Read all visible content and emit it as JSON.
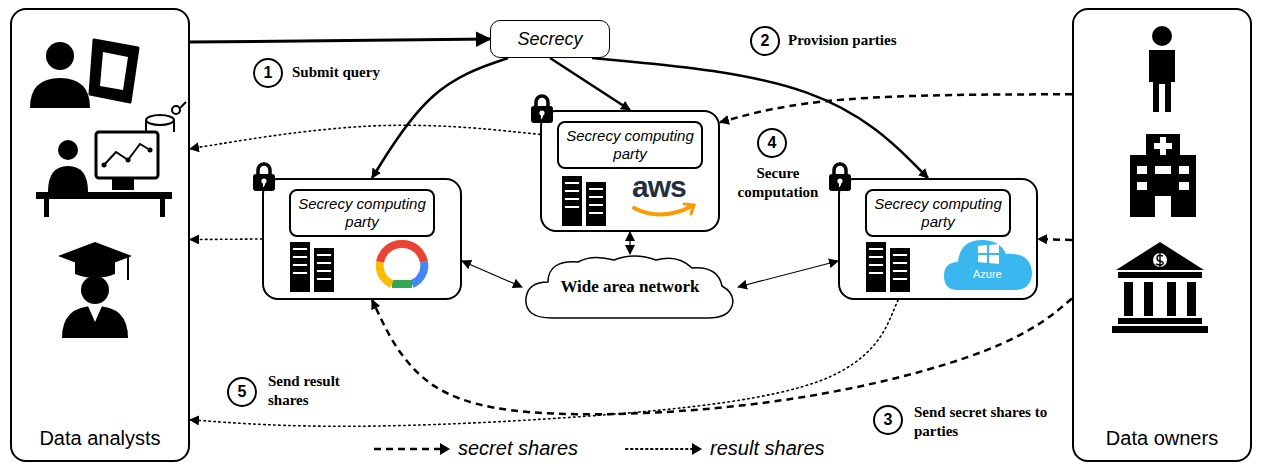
{
  "diagram": {
    "nodes": [
      {
        "text": [
          "Data analysts"
        ]
      },
      {
        "text": [
          "Secrecy"
        ]
      },
      {
        "text": [
          "Secrecy computing party"
        ]
      },
      {
        "text": [
          "Secrecy computing party"
        ]
      },
      {
        "text": [
          "Secrecy computing party"
        ]
      },
      {
        "text": [
          "Data owners"
        ]
      },
      {
        "text": [
          "Wide area network"
        ]
      }
    ],
    "edges": [
      {
        "from": 0,
        "to": 1,
        "arrow": "to"
      },
      {
        "from": 1,
        "to": 3,
        "arrow": "to"
      },
      {
        "from": 1,
        "to": 2,
        "arrow": "to"
      },
      {
        "from": 1,
        "to": 4,
        "arrow": "to"
      },
      {
        "from": 5,
        "to": 2,
        "arrow": "to"
      },
      {
        "from": 5,
        "to": 4,
        "arrow": "to"
      },
      {
        "from": 5,
        "to": 3,
        "arrow": "to"
      },
      {
        "from": 3,
        "to": 0,
        "arrow": "to"
      },
      {
        "from": 2,
        "to": 0,
        "arrow": "to"
      },
      {
        "from": 4,
        "to": 0,
        "arrow": "to"
      },
      {
        "from": 3,
        "to": 6,
        "arrow": "both"
      },
      {
        "from": 2,
        "to": 6,
        "arrow": "both"
      },
      {
        "from": 4,
        "to": 6,
        "arrow": "both"
      }
    ],
    "labels": [
      "1",
      "Submit query",
      "2",
      "Provision parties",
      "4",
      "Secure computation",
      "aws",
      "Azure",
      "5",
      "Send result shares",
      "3",
      "Send secret shares to parties"
    ],
    "legend": [
      {
        "text": "secret shares"
      },
      {
        "text": "result shares"
      }
    ]
  }
}
